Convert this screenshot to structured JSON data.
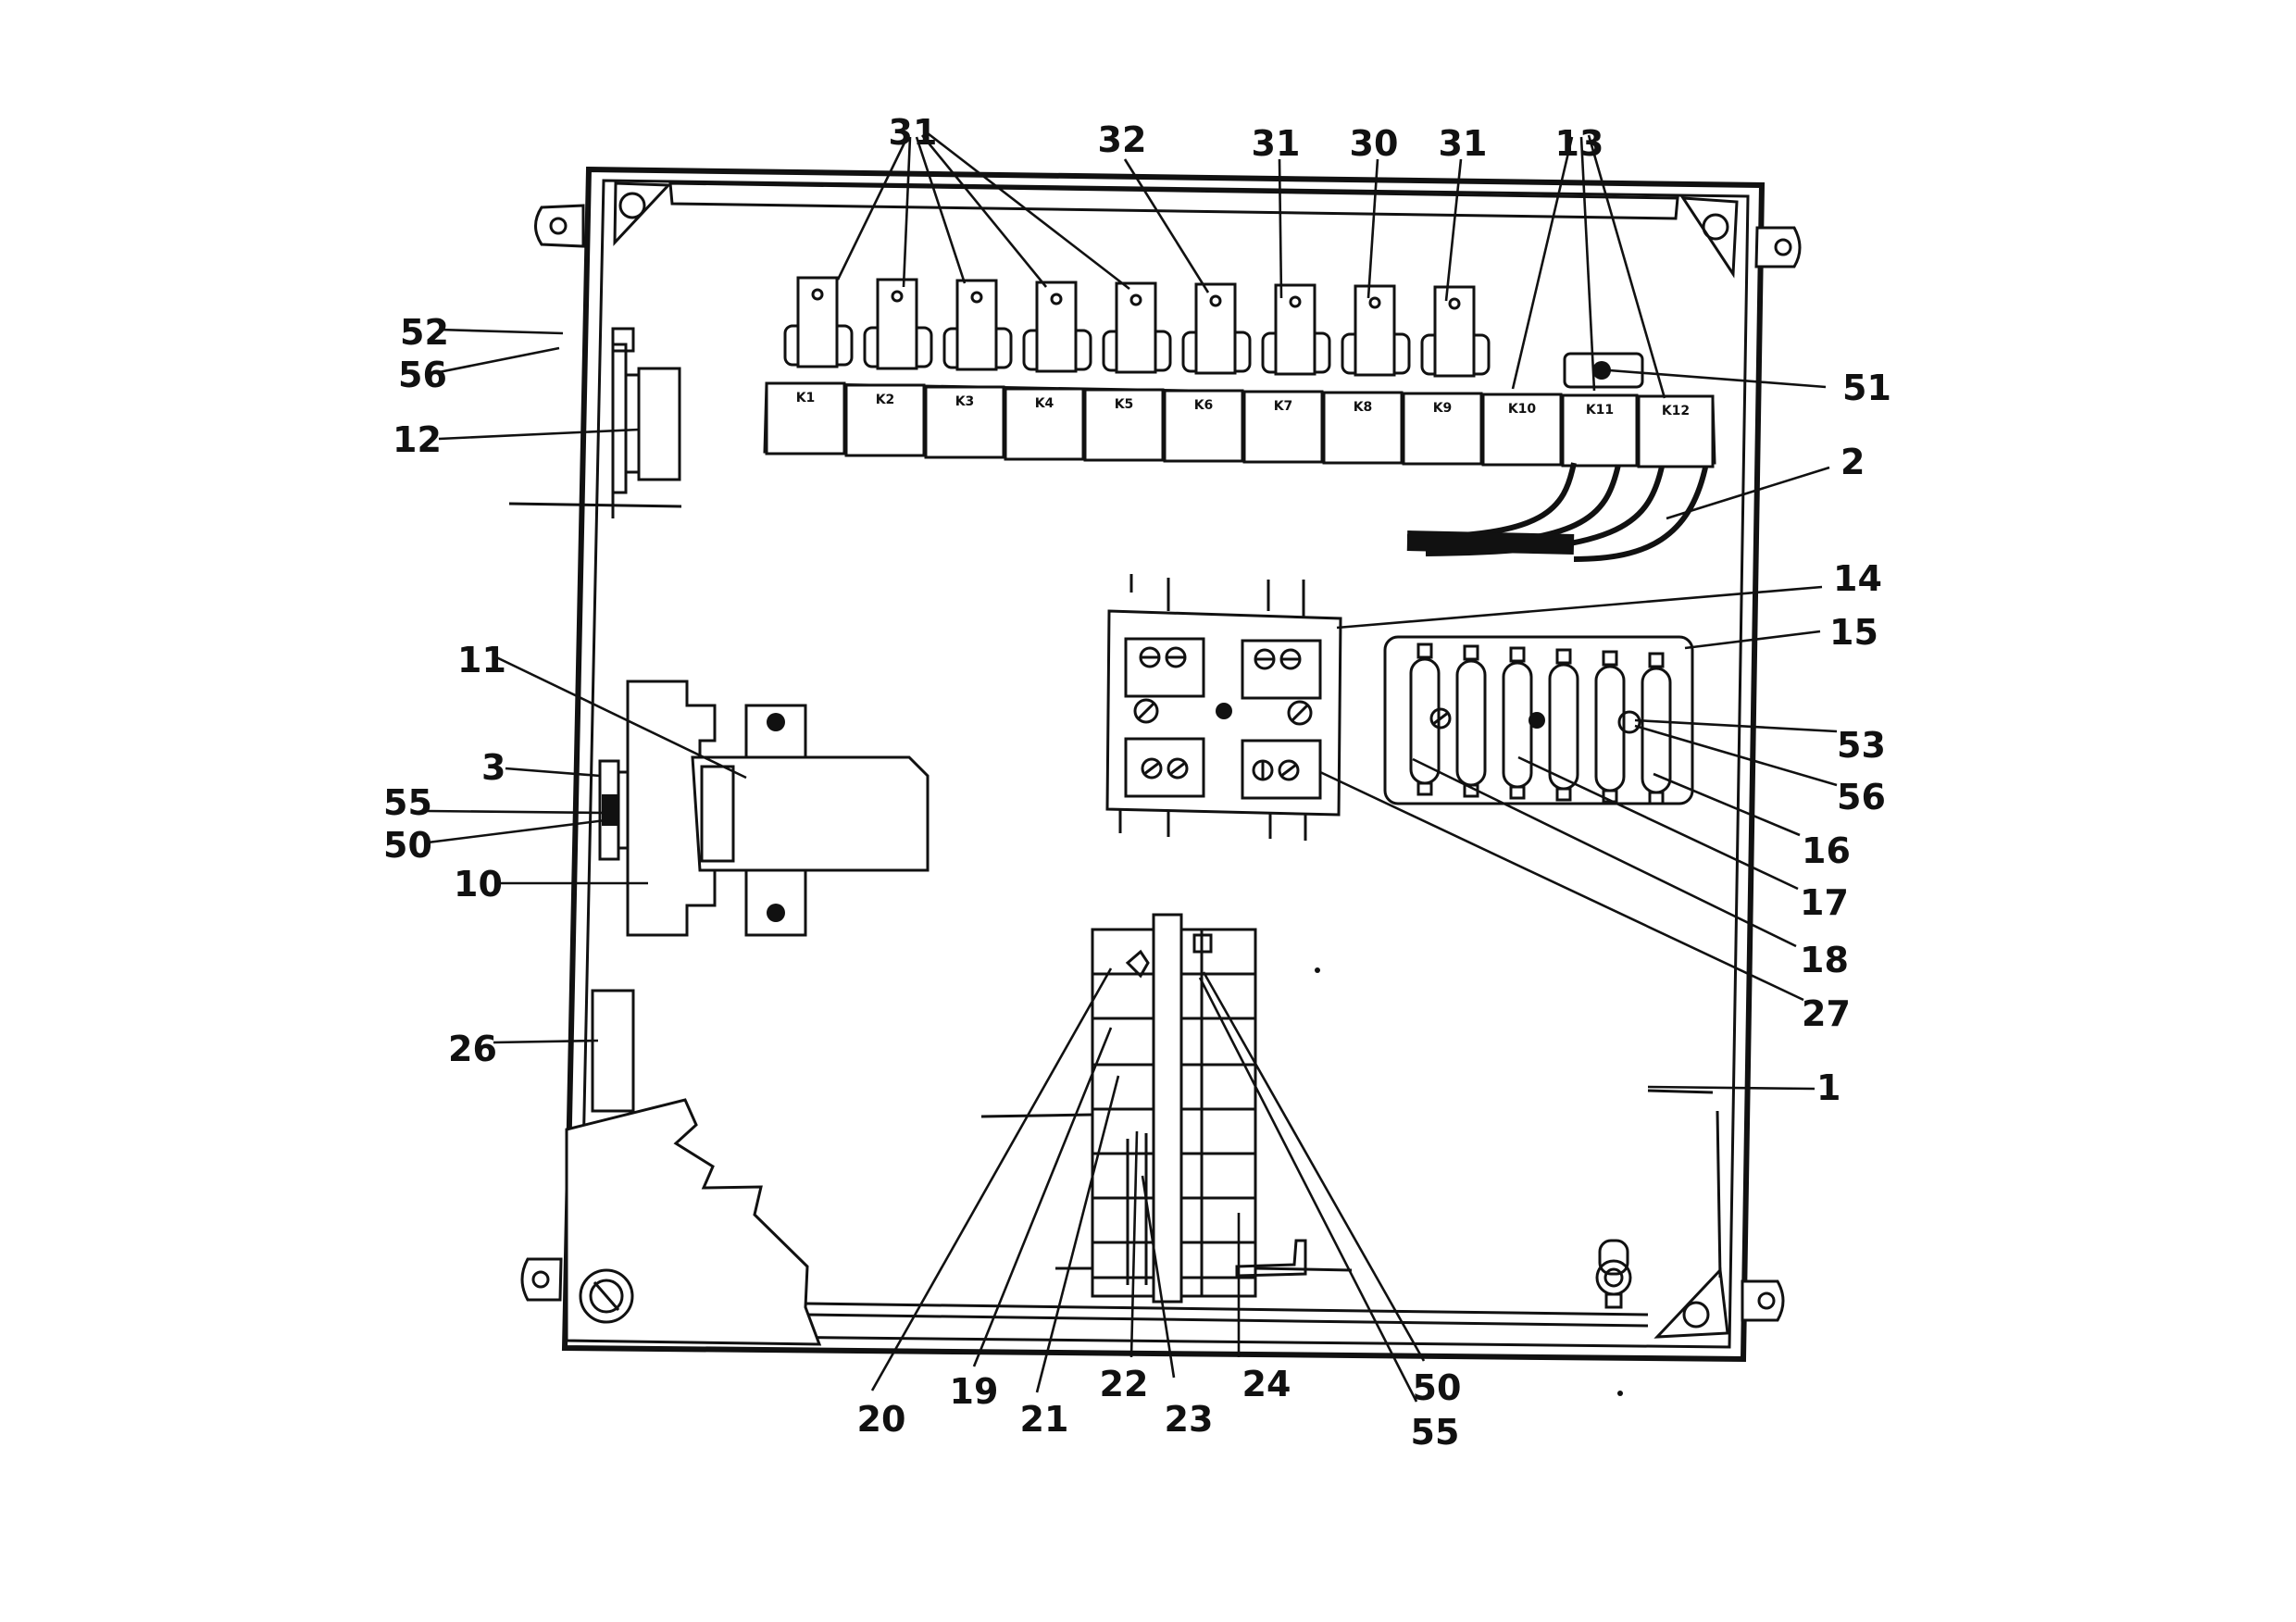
{
  "diagram": {
    "relay_labels": [
      "K1",
      "K2",
      "K3",
      "K4",
      "K5",
      "K6",
      "K7",
      "K8",
      "K9",
      "K10",
      "K11",
      "K12"
    ],
    "callouts": {
      "c31a": "31",
      "c32": "32",
      "c31b": "31",
      "c30": "30",
      "c31c": "31",
      "c13": "13",
      "c52": "52",
      "c56a": "56",
      "c12": "12",
      "c51": "51",
      "c2": "2",
      "c14": "14",
      "c15": "15",
      "c11": "11",
      "c3": "3",
      "c55a": "55",
      "c50a": "50",
      "c10": "10",
      "c53": "53",
      "c56b": "56",
      "c16": "16",
      "c17": "17",
      "c18": "18",
      "c27": "27",
      "c26": "26",
      "c1": "1",
      "c20": "20",
      "c19": "19",
      "c21": "21",
      "c22": "22",
      "c23": "23",
      "c24": "24",
      "c50b": "50",
      "c55b": "55"
    }
  }
}
